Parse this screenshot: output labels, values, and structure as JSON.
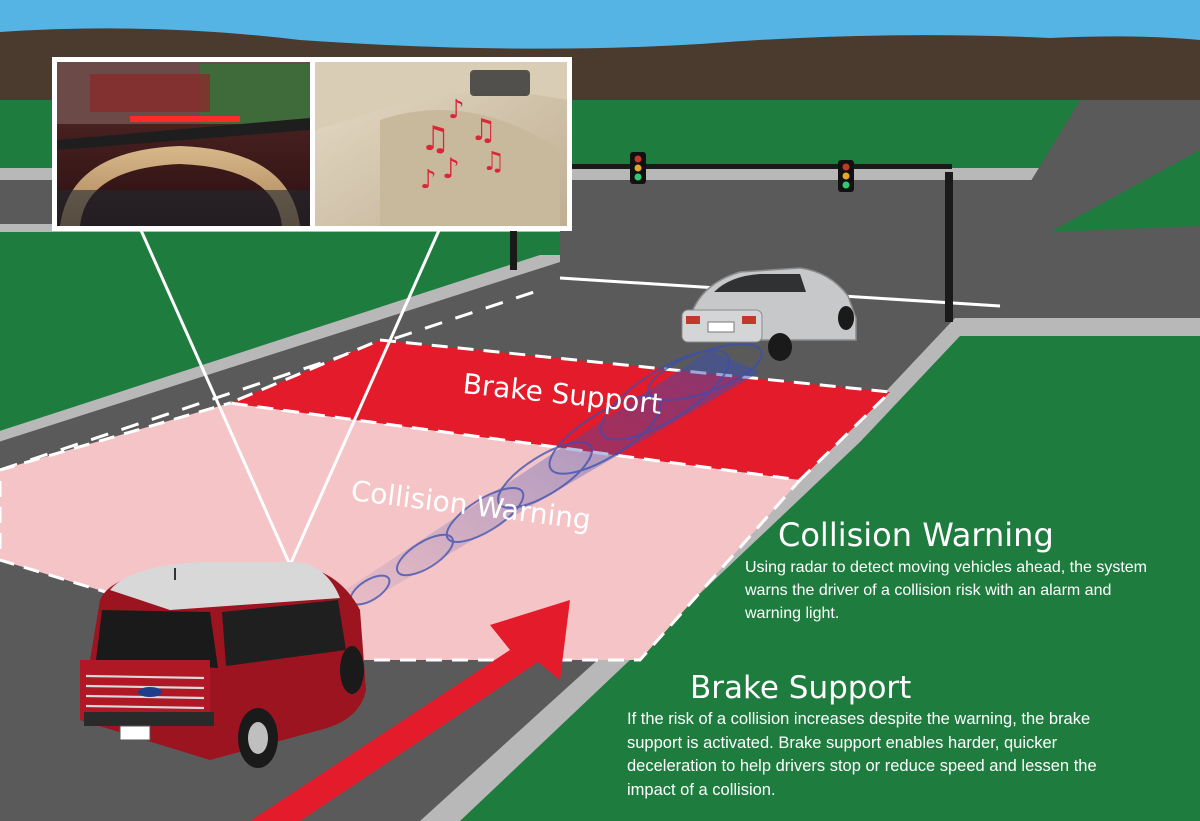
{
  "scene": {
    "zones": {
      "brake_support_label": "Brake Support",
      "collision_warning_label": "Collision Warning"
    },
    "colors": {
      "sky": "#55b4e4",
      "hills": "#4b3a2e",
      "grass": "#1e7c3e",
      "road": "#5a5a5a",
      "sidewalk": "#b8b8b8",
      "brake_zone": "#e31b2a",
      "warning_zone": "#f5c4c6",
      "arrow": "#e31b2a",
      "suv_body": "#9c1420",
      "sedan_body": "#c7c8ca",
      "radar_beam": "#3a4fb0"
    },
    "inset": {
      "left_panel": "dashboard warning light",
      "right_panel": "audible alarm speaker"
    }
  },
  "panels": {
    "collision_warning": {
      "title": "Collision Warning",
      "body": "Using radar to detect moving vehicles ahead, the system warns the driver of a collision risk with an alarm and warning light."
    },
    "brake_support": {
      "title": "Brake Support",
      "body": "If the risk of a collision increases despite the warning, the brake support is activated.  Brake support enables harder, quicker deceleration to help drivers stop or reduce speed and lessen the impact of a collision."
    }
  }
}
